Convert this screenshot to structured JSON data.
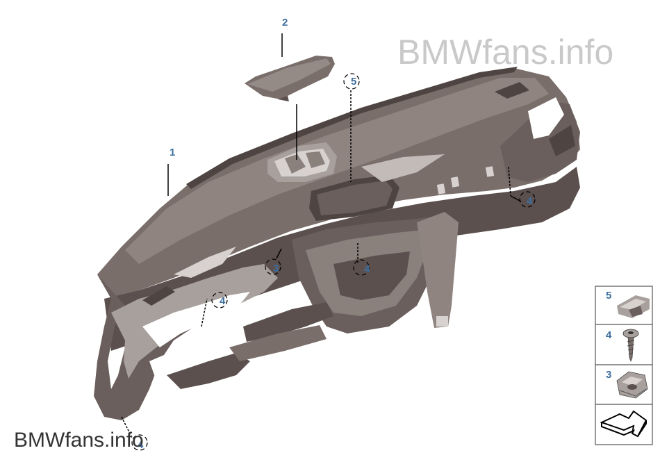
{
  "watermark_top": "BMWfans.info",
  "watermark_bottom": "BMWfans.info",
  "callouts": {
    "c1": "1",
    "c2": "2",
    "c3": "3",
    "c4a": "4",
    "c4b": "4",
    "c4c": "4",
    "c4d": "4",
    "c5": "5"
  },
  "legend": {
    "item5": "5",
    "item4": "4",
    "item3": "3"
  },
  "colors": {
    "part_dark": "#5b504d",
    "part_mid": "#7a6e6a",
    "part_light": "#a8a09d",
    "part_highlight": "#d7d2d0",
    "callout": "#3d6e9e"
  }
}
